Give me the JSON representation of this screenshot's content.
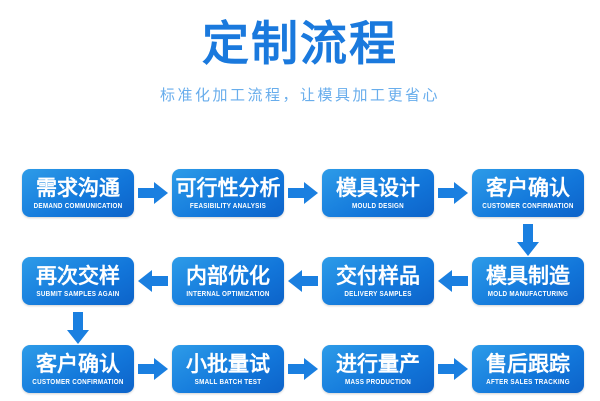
{
  "header": {
    "title": "定制流程",
    "subtitle": "标准化加工流程，让模具加工更省心",
    "title_color": "#1a79dd",
    "subtitle_color": "#68adec"
  },
  "theme": {
    "box_gradient_start": "#2e9ce8",
    "box_gradient_end": "#0d63c9",
    "arrow_color": "#1a7fe0",
    "background": "#ffffff",
    "box_text_color": "#ffffff"
  },
  "flow": {
    "rows": [
      {
        "direction": "right",
        "steps": [
          {
            "cn": "需求沟通",
            "en": "DEMAND COMMUNICATION"
          },
          {
            "cn": "可行性分析",
            "en": "FEASIBILITY ANALYSIS"
          },
          {
            "cn": "模具设计",
            "en": "MOULD DESIGN"
          },
          {
            "cn": "客户确认",
            "en": "CUSTOMER CONFIRMATION"
          }
        ]
      },
      {
        "direction": "left",
        "steps": [
          {
            "cn": "再次交样",
            "en": "SUBMIT SAMPLES AGAIN"
          },
          {
            "cn": "内部优化",
            "en": "INTERNAL OPTIMIZATION"
          },
          {
            "cn": "交付样品",
            "en": "DELIVERY SAMPLES"
          },
          {
            "cn": "模具制造",
            "en": "MOLD MANUFACTURING"
          }
        ]
      },
      {
        "direction": "right",
        "steps": [
          {
            "cn": "客户确认",
            "en": "CUSTOMER CONFIRMATION"
          },
          {
            "cn": "小批量试",
            "en": "SMALL BATCH TEST"
          },
          {
            "cn": "进行量产",
            "en": "MASS PRODUCTION"
          },
          {
            "cn": "售后跟踪",
            "en": "AFTER SALES TRACKING"
          }
        ]
      }
    ],
    "connectors": [
      {
        "name": "connector-row1-to-row2",
        "side": "right"
      },
      {
        "name": "connector-row2-to-row3",
        "side": "left"
      }
    ]
  }
}
